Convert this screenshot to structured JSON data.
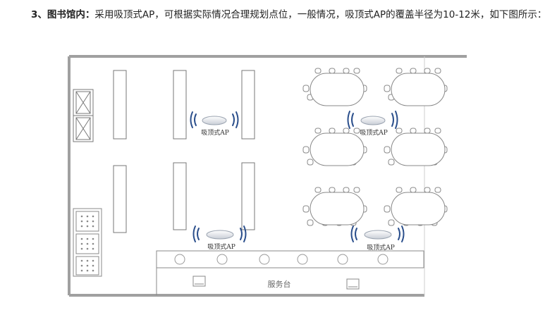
{
  "paragraph": {
    "lead": "3、图书馆内：",
    "text": "采用吸顶式AP，可根据实际情况合理规划点位，一般情况，吸顶式AP的覆盖半径为10-12米，如下图所示："
  },
  "figure": {
    "ap_labels": [
      "吸顶式AP",
      "吸顶式AP",
      "吸顶式AP",
      "吸顶式AP"
    ],
    "desk_label": "服务台"
  },
  "colors": {
    "wall": "#a0a0a0",
    "wifi_blue": "#2b4f8c",
    "text": "#222222"
  }
}
